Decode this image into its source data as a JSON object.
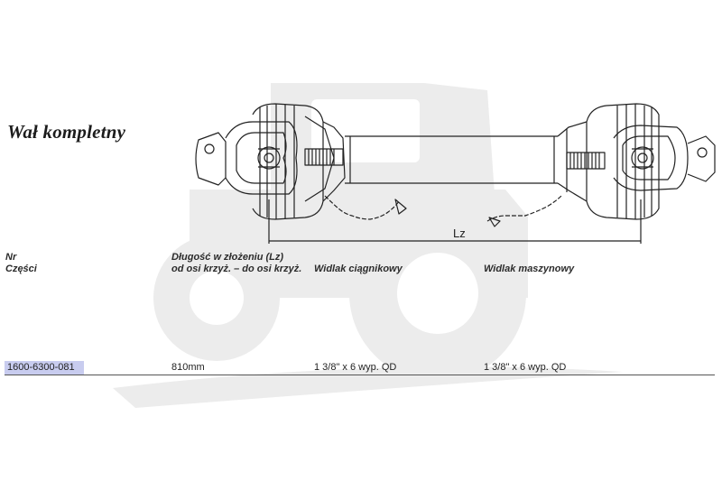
{
  "page": {
    "title": "Wał kompletny",
    "dimension_label": "Lz"
  },
  "table": {
    "headers": {
      "part_no": [
        "Nr",
        "Części"
      ],
      "length": [
        "Długość w złożeniu (Lz)",
        "od osi krzyż. – do osi krzyż."
      ],
      "tractor_yoke": [
        "Widlak ciągnikowy"
      ],
      "machine_yoke": [
        "Widlak maszynowy"
      ]
    },
    "rows": [
      {
        "part_no": "1600-6300-081",
        "length": "810mm",
        "tractor_yoke": "1 3/8\" x 6 wyp. QD",
        "machine_yoke": "1 3/8\" x 6 wyp. QD"
      }
    ]
  },
  "colors": {
    "highlight": "#c8ccef",
    "watermark": "#ececec",
    "line": "#222222"
  },
  "icons": {
    "watermark": "tractor-watermark",
    "product": "pto-shaft-drawing"
  }
}
